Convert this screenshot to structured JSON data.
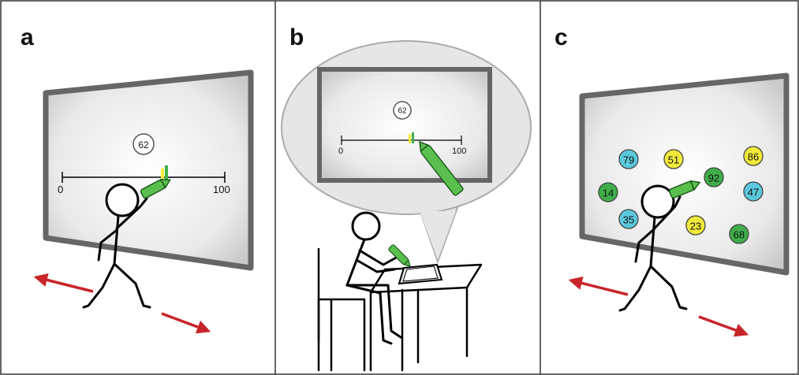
{
  "panels": {
    "a": {
      "letter": "a",
      "target_number": "62",
      "scale_min": "0",
      "scale_max": "100"
    },
    "b": {
      "letter": "b",
      "target_number": "62",
      "scale_min": "0",
      "scale_max": "100"
    },
    "c": {
      "letter": "c",
      "bubbles": [
        {
          "label": "79",
          "color": "cyan"
        },
        {
          "label": "51",
          "color": "yellow"
        },
        {
          "label": "86",
          "color": "yellow"
        },
        {
          "label": "92",
          "color": "green"
        },
        {
          "label": "14",
          "color": "green"
        },
        {
          "label": "47",
          "color": "cyan"
        },
        {
          "label": "35",
          "color": "cyan"
        },
        {
          "label": "23",
          "color": "yellow"
        },
        {
          "label": "68",
          "color": "green"
        }
      ]
    }
  },
  "colors": {
    "cyan": "#5bc8dc",
    "yellow": "#f2ea3a",
    "green": "#3fae4a",
    "arrow": "#c8252b",
    "frame": "#666666",
    "pen": "#5bbf4f"
  }
}
